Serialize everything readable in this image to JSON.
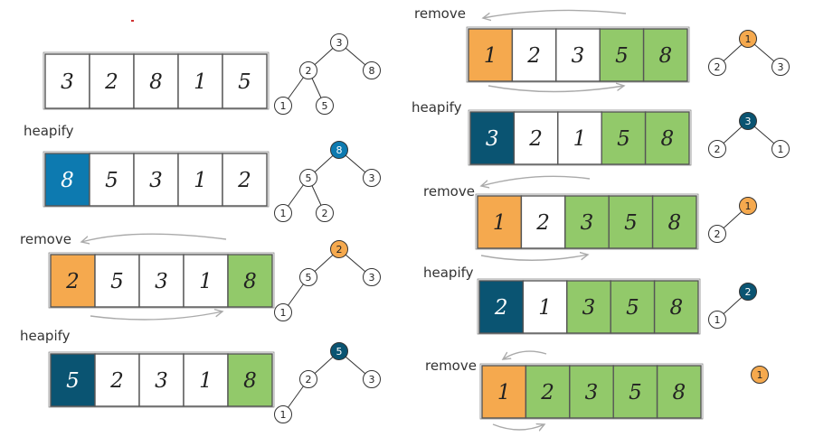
{
  "colors": {
    "removed": "#f5a94e",
    "sorted": "#92c96a",
    "heap_root_blue": "#0d7ab0",
    "heap_root_dark": "#0a5472",
    "unsorted": "#ffffff",
    "outline": "#555555",
    "arrow": "#aaaaaa"
  },
  "steps": [
    {
      "label": "",
      "array": [
        "3",
        "2",
        "8",
        "1",
        "5"
      ],
      "states": [
        "none",
        "none",
        "none",
        "none",
        "none"
      ],
      "tree": {
        "nodes": [
          "3",
          "2",
          "8",
          "1",
          "5"
        ],
        "root_state": "none"
      }
    },
    {
      "label": "heapify",
      "array": [
        "8",
        "5",
        "3",
        "1",
        "2"
      ],
      "states": [
        "heap-blue",
        "none",
        "none",
        "none",
        "none"
      ],
      "tree": {
        "nodes": [
          "8",
          "5",
          "3",
          "1",
          "2"
        ],
        "root_state": "heap-blue"
      }
    },
    {
      "label": "remove",
      "array": [
        "2",
        "5",
        "3",
        "1",
        "8"
      ],
      "states": [
        "removed",
        "none",
        "none",
        "none",
        "sorted"
      ],
      "tree": {
        "nodes": [
          "2",
          "5",
          "3",
          "1"
        ],
        "root_state": "removed"
      }
    },
    {
      "label": "heapify",
      "array": [
        "5",
        "2",
        "3",
        "1",
        "8"
      ],
      "states": [
        "heap-dark",
        "none",
        "none",
        "none",
        "sorted"
      ],
      "tree": {
        "nodes": [
          "5",
          "2",
          "3",
          "1"
        ],
        "root_state": "heap-dark"
      }
    },
    {
      "label": "remove",
      "array": [
        "1",
        "2",
        "3",
        "5",
        "8"
      ],
      "states": [
        "removed",
        "none",
        "none",
        "sorted",
        "sorted"
      ],
      "tree": {
        "nodes": [
          "1",
          "2",
          "3"
        ],
        "root_state": "removed"
      }
    },
    {
      "label": "heapify",
      "array": [
        "3",
        "2",
        "1",
        "5",
        "8"
      ],
      "states": [
        "heap-dark",
        "none",
        "none",
        "sorted",
        "sorted"
      ],
      "tree": {
        "nodes": [
          "3",
          "2",
          "1"
        ],
        "root_state": "heap-dark"
      }
    },
    {
      "label": "remove",
      "array": [
        "1",
        "2",
        "3",
        "5",
        "8"
      ],
      "states": [
        "removed",
        "none",
        "sorted",
        "sorted",
        "sorted"
      ],
      "tree": {
        "nodes": [
          "1",
          "2"
        ],
        "root_state": "removed"
      }
    },
    {
      "label": "heapify",
      "array": [
        "2",
        "1",
        "3",
        "5",
        "8"
      ],
      "states": [
        "heap-dark",
        "none",
        "sorted",
        "sorted",
        "sorted"
      ],
      "tree": {
        "nodes": [
          "2",
          "1"
        ],
        "root_state": "heap-dark"
      }
    },
    {
      "label": "remove",
      "array": [
        "1",
        "2",
        "3",
        "5",
        "8"
      ],
      "states": [
        "removed",
        "sorted",
        "sorted",
        "sorted",
        "sorted"
      ],
      "tree": {
        "nodes": [
          "1"
        ],
        "root_state": "removed"
      }
    }
  ]
}
